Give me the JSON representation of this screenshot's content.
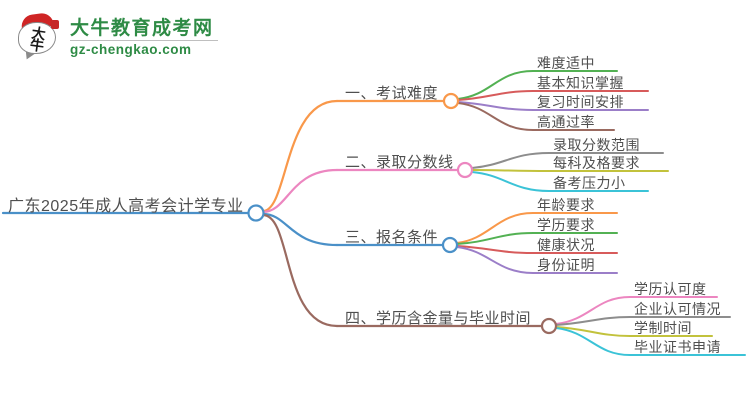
{
  "logo": {
    "icon_text": "大牛",
    "title": "大牛教育成考网",
    "url": "gz-chengkao.com",
    "title_color": "#2e8b45",
    "seal_color": "#cf2525"
  },
  "mindmap": {
    "root": {
      "label": "广东2025年成人高考会计学专业",
      "color": "#4a90c8"
    },
    "branches": [
      {
        "label": "一、考试难度",
        "color": "#f9984a",
        "children": [
          {
            "label": "难度适中",
            "color": "#53b153"
          },
          {
            "label": "基本知识掌握",
            "color": "#d75b5b"
          },
          {
            "label": "复习时间安排",
            "color": "#9b7ec8"
          },
          {
            "label": "高通过率",
            "color": "#9a6a60"
          }
        ]
      },
      {
        "label": "二、录取分数线",
        "color": "#ec86c0",
        "children": [
          {
            "label": "录取分数范围",
            "color": "#8d8d8d"
          },
          {
            "label": "每科及格要求",
            "color": "#c2c23c"
          },
          {
            "label": "备考压力小",
            "color": "#3bc3d7"
          }
        ]
      },
      {
        "label": "三、报名条件",
        "color": "#4a90c8",
        "children": [
          {
            "label": "年龄要求",
            "color": "#f9984a"
          },
          {
            "label": "学历要求",
            "color": "#53b153"
          },
          {
            "label": "健康状况",
            "color": "#d75b5b"
          },
          {
            "label": "身份证明",
            "color": "#9b7ec8"
          }
        ]
      },
      {
        "label": "四、学历含金量与毕业时间",
        "color": "#9a6a60",
        "children": [
          {
            "label": "学历认可度",
            "color": "#ec86c0"
          },
          {
            "label": "企业认可情况",
            "color": "#8d8d8d"
          },
          {
            "label": "学制时间",
            "color": "#c2c23c"
          },
          {
            "label": "毕业证书申请",
            "color": "#3bc3d7"
          }
        ]
      }
    ]
  }
}
